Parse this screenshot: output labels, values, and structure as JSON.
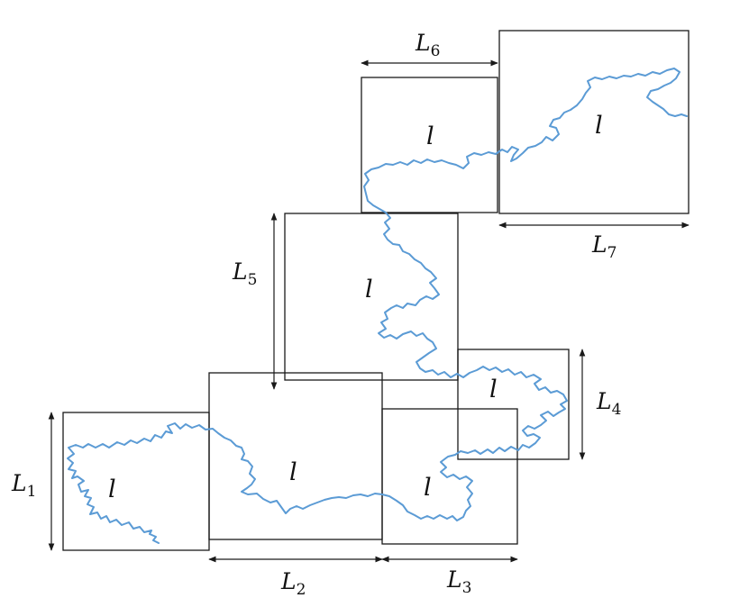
{
  "diagram": {
    "box_label": "l",
    "dimensions": [
      {
        "id": "L1",
        "base": "L",
        "sub": "1"
      },
      {
        "id": "L2",
        "base": "L",
        "sub": "2"
      },
      {
        "id": "L3",
        "base": "L",
        "sub": "3"
      },
      {
        "id": "L4",
        "base": "L",
        "sub": "4"
      },
      {
        "id": "L5",
        "base": "L",
        "sub": "5"
      },
      {
        "id": "L6",
        "base": "L",
        "sub": "6"
      },
      {
        "id": "L7",
        "base": "L",
        "sub": "7"
      }
    ],
    "colors": {
      "curve": "#5b9bd5",
      "box": "#1a1a1a",
      "text": "#111111"
    }
  }
}
